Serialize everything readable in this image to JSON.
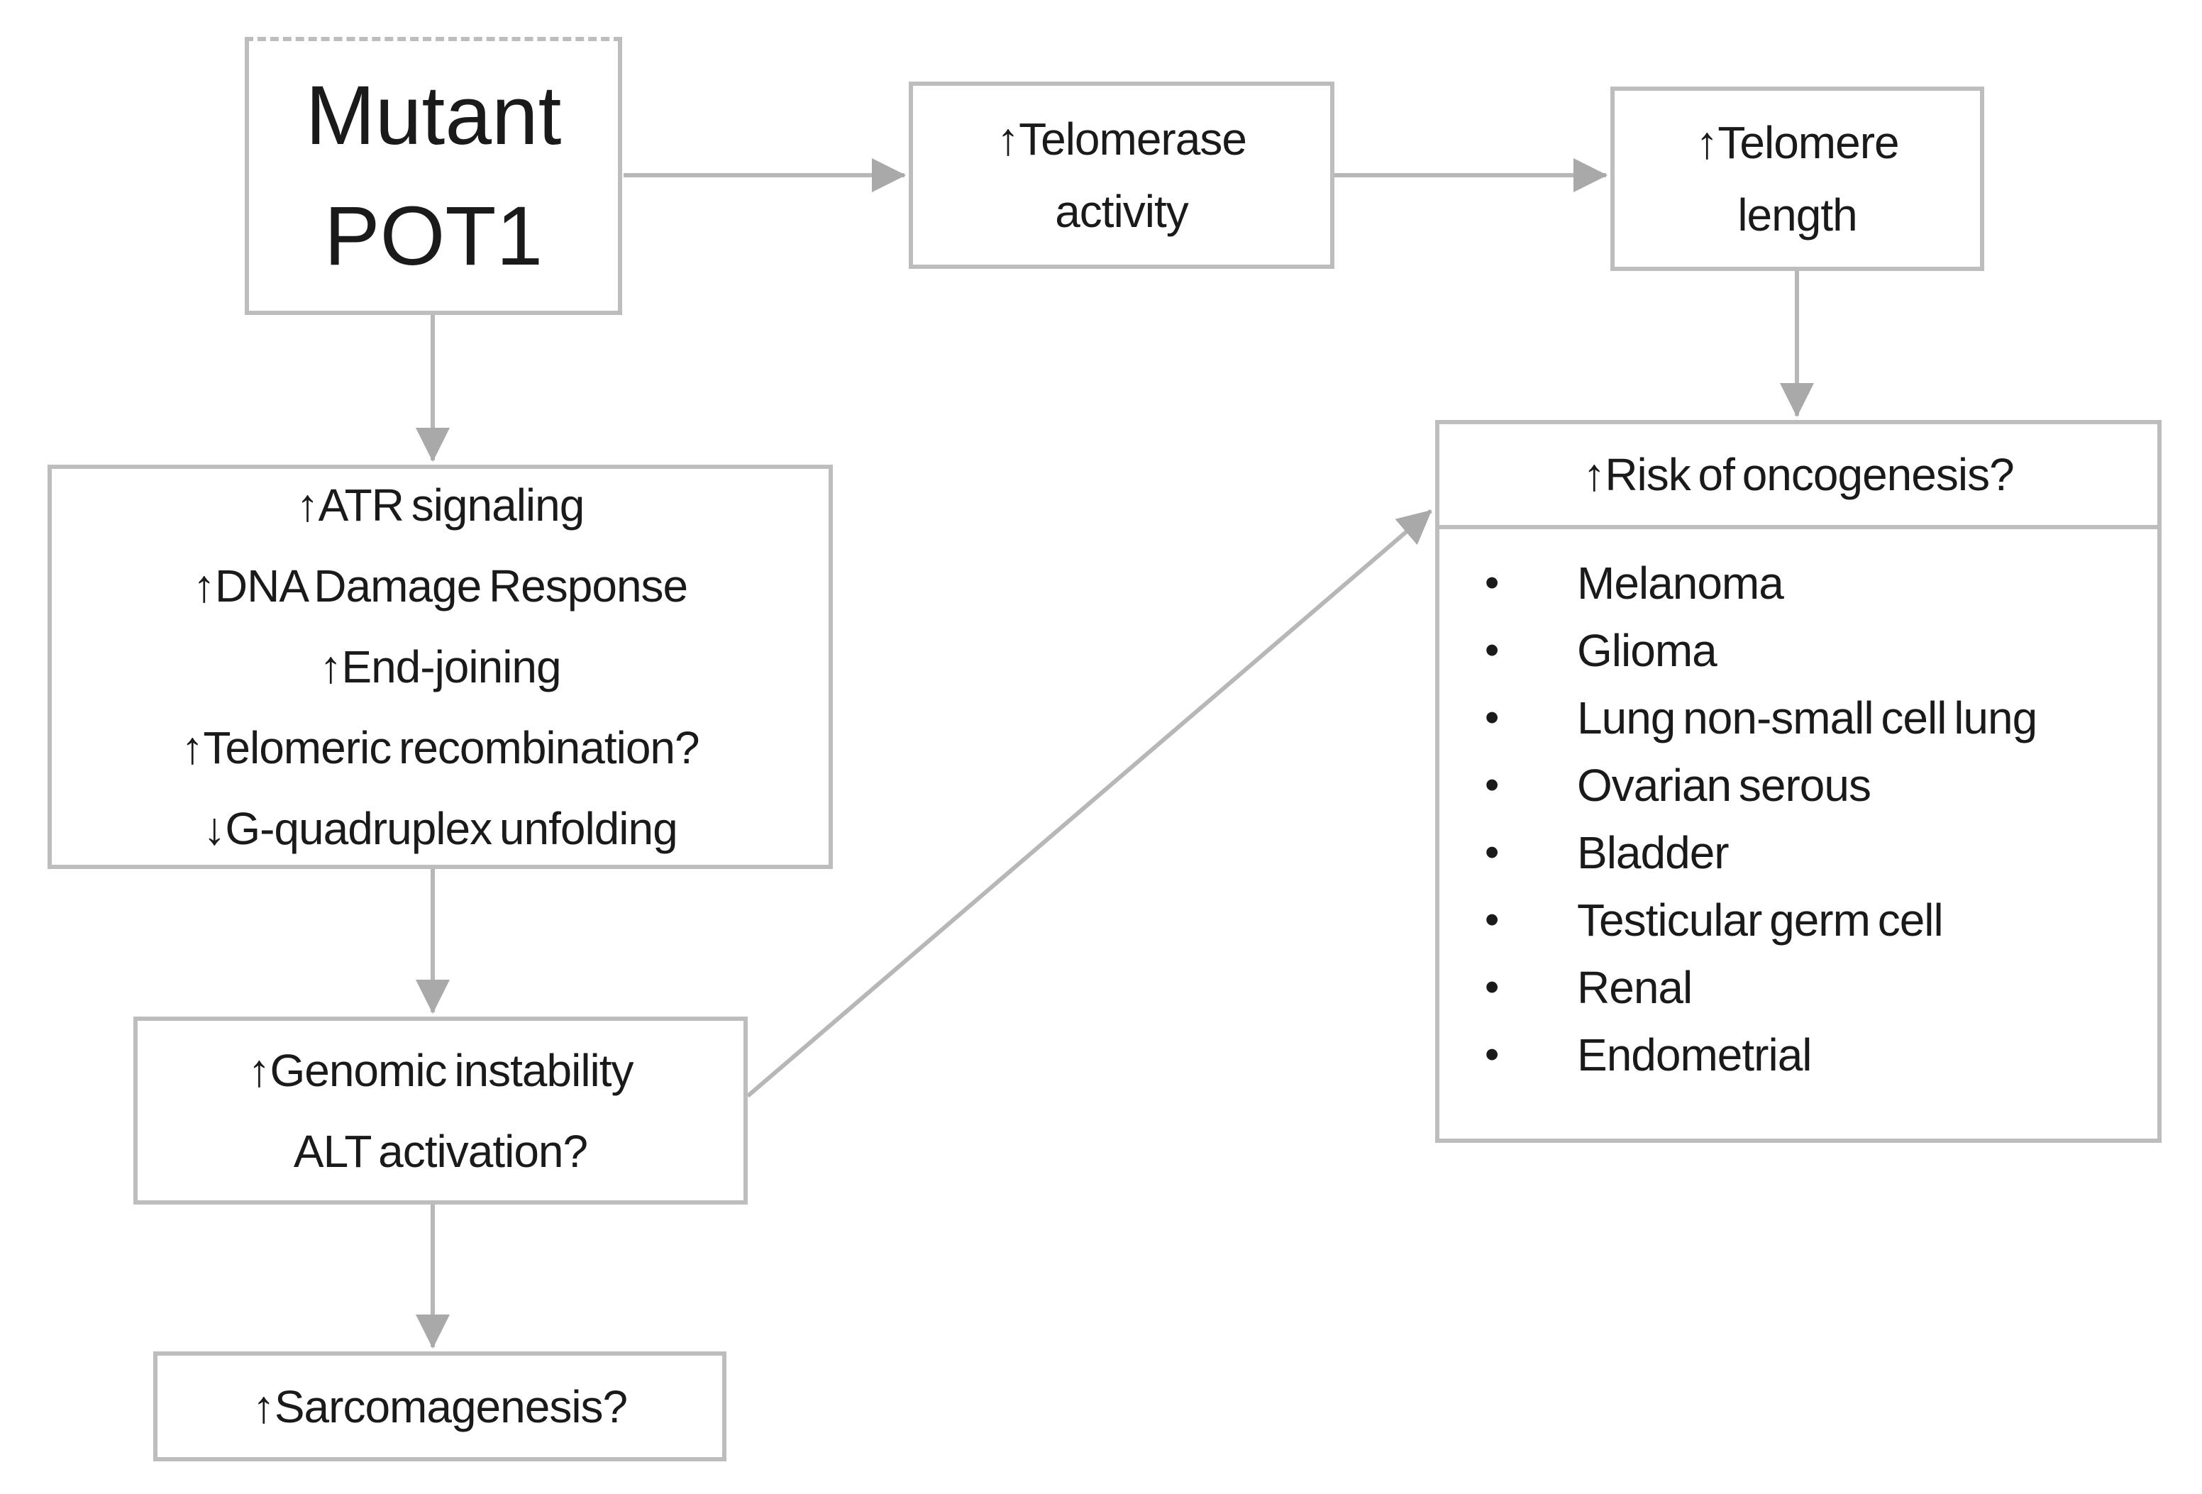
{
  "colors": {
    "box_border": "#bdbdbd",
    "arrow": "#b7b7b7",
    "arrowhead": "#a9a9a9",
    "text": "#1a1a1a"
  },
  "nodes": {
    "mutant_pot1": {
      "lines": [
        "Mutant",
        "POT1"
      ]
    },
    "telomerase_activity": {
      "lines": [
        "↑Telomerase",
        "activity"
      ]
    },
    "telomere_length": {
      "lines": [
        "↑Telomere",
        "length"
      ]
    },
    "telomere_effects": {
      "lines": [
        "↑ATR signaling",
        "↑DNA Damage Response",
        "↑End-joining",
        "↑Telomeric recombination?",
        "↓G-quadruplex unfolding"
      ]
    },
    "genomic_instability": {
      "lines": [
        "↑Genomic instability",
        "ALT activation?"
      ]
    },
    "sarcomagenesis": {
      "label": "↑Sarcomagenesis?"
    },
    "risk_of_oncogenesis": {
      "title": "↑Risk of oncogenesis?",
      "bullet_char": "•",
      "items": [
        "Melanoma",
        "Glioma",
        "Lung non-small cell lung",
        "Ovarian serous",
        "Bladder",
        "Testicular germ cell",
        "Renal",
        "Endometrial"
      ]
    }
  }
}
